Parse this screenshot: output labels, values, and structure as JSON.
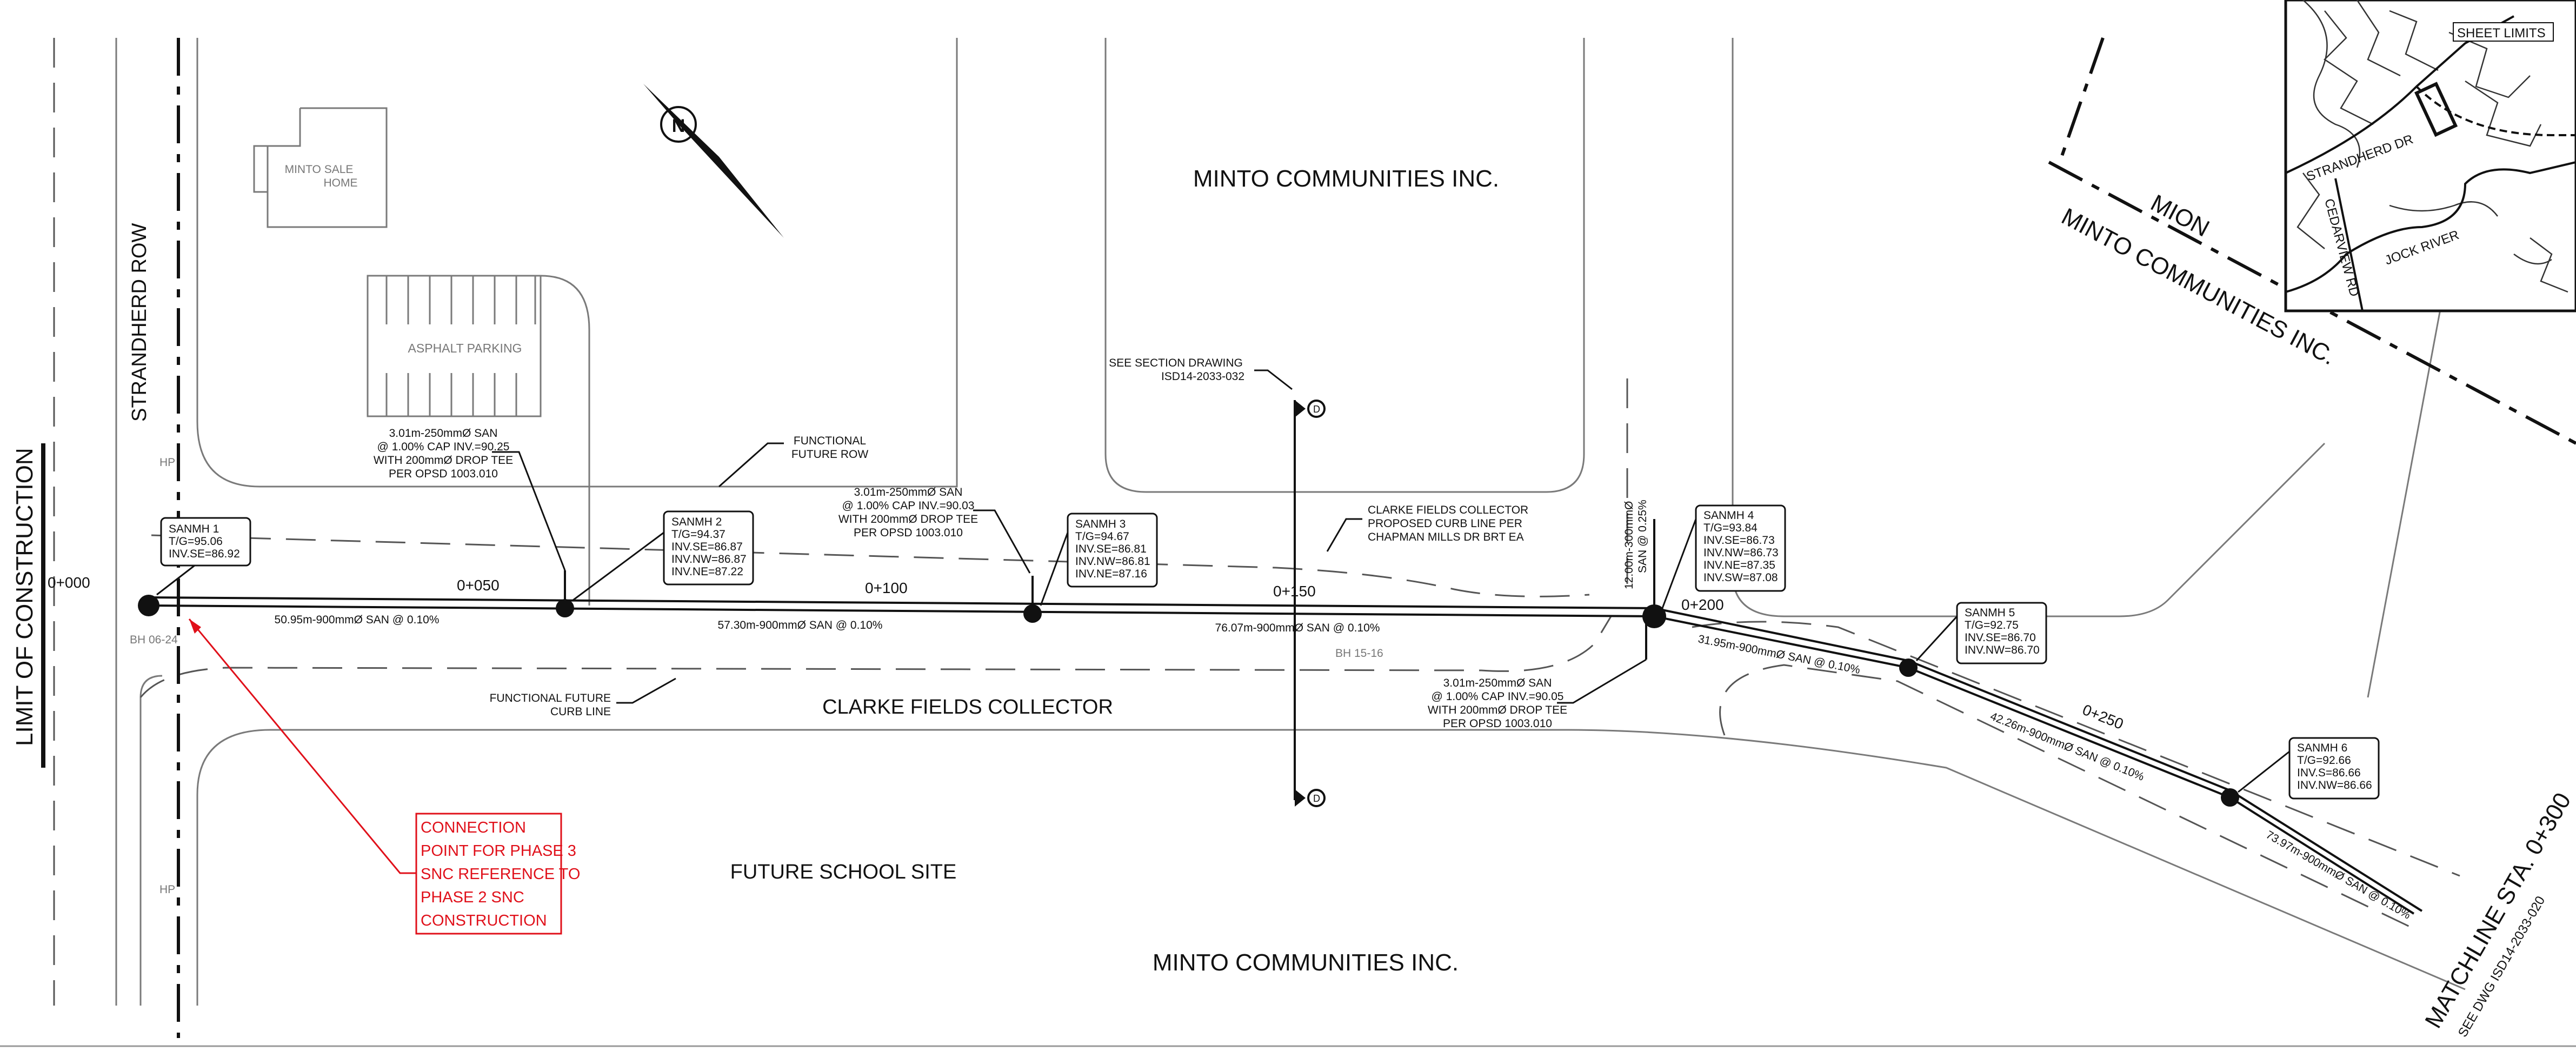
{
  "labels": {
    "owner_top": "MINTO COMMUNITIES INC.",
    "owner_bottom": "MINTO COMMUNITIES INC.",
    "owner_right": "MINTO COMMUNITIES INC.",
    "mion": "MION",
    "collector": "CLARKE FIELDS COLLECTOR",
    "future_school": "FUTURE SCHOOL SITE",
    "limit": "LIMIT OF CONSTRUCTION",
    "strandherd_row": "STRANDHERD ROW",
    "sale_home_1": "MINTO SALE",
    "sale_home_2": "HOME",
    "asphalt": "ASPHALT PARKING",
    "north": "N",
    "matchline": "MATCHLINE STA. 0+300",
    "see_dwg": "SEE DWG ISD14-2033-020",
    "see_section_1": "SEE SECTION DRAWING",
    "see_section_2": "ISD14-2033-032",
    "ffrow_1": "FUNCTIONAL",
    "ffrow_2": "FUTURE ROW",
    "ffcurb_1": "FUNCTIONAL FUTURE",
    "ffcurb_2": "CURB LINE",
    "curb_1": "CLARKE FIELDS COLLECTOR",
    "curb_2": "PROPOSED CURB LINE PER",
    "curb_3": "CHAPMAN MILLS DR BRT EA",
    "bh1": "BH 06-24",
    "bh2": "BH 15-16",
    "hp": "HP",
    "section_mark": "D"
  },
  "connection_note": [
    "CONNECTION",
    "POINT FOR PHASE 3",
    "SNC REFERENCE TO",
    "PHASE 2 SNC",
    "CONSTRUCTION"
  ],
  "drop_tee_1": [
    "3.01m-250mmØ SAN",
    "@ 1.00% CAP INV.=90.25",
    "WITH 200mmØ DROP TEE",
    "PER OPSD 1003.010"
  ],
  "drop_tee_2": [
    "3.01m-250mmØ SAN",
    "@ 1.00% CAP INV.=90.03",
    "WITH 200mmØ DROP TEE",
    "PER OPSD 1003.010"
  ],
  "drop_tee_3": [
    "3.01m-250mmØ SAN",
    "@ 1.00% CAP INV.=90.05",
    "WITH 200mmØ DROP TEE",
    "PER OPSD 1003.010"
  ],
  "vertical_pipe": [
    "12.00m-300mmØ",
    "SAN @ 0.25%"
  ],
  "stations": [
    "0+000",
    "0+050",
    "0+100",
    "0+150",
    "0+200",
    "0+250"
  ],
  "pipes": [
    "50.95m-900mmØ SAN @ 0.10%",
    "57.30m-900mmØ SAN @ 0.10%",
    "76.07m-900mmØ SAN @ 0.10%",
    "31.95m-900mmØ SAN @ 0.10%",
    "42.26m-900mmØ SAN @ 0.10%",
    "73.97m-900mmØ SAN @ 0.10%"
  ],
  "manholes": [
    {
      "lines": [
        "SANMH 1",
        "T/G=95.06",
        "INV.SE=86.92"
      ]
    },
    {
      "lines": [
        "SANMH 2",
        "T/G=94.37",
        "INV.SE=86.87",
        "INV.NW=86.87",
        "INV.NE=87.22"
      ]
    },
    {
      "lines": [
        "SANMH 3",
        "T/G=94.67",
        "INV.SE=86.81",
        "INV.NW=86.81",
        "INV.NE=87.16"
      ]
    },
    {
      "lines": [
        "SANMH 4",
        "T/G=93.84",
        "INV.SE=86.73",
        "INV.NW=86.73",
        "INV.NE=87.35",
        "INV.SW=87.08"
      ]
    },
    {
      "lines": [
        "SANMH 5",
        "T/G=92.75",
        "INV.SE=86.70",
        "INV.NW=86.70"
      ]
    },
    {
      "lines": [
        "SANMH 6",
        "T/G=92.66",
        "INV.S=86.66",
        "INV.NW=86.66"
      ]
    }
  ],
  "key_map": {
    "sheet_limits": "SHEET LIMITS",
    "strandherd_dr": "STRANDHERD DR",
    "cedarview_rd": "CEDARVIEW RD",
    "jock_river": "JOCK RIVER"
  }
}
